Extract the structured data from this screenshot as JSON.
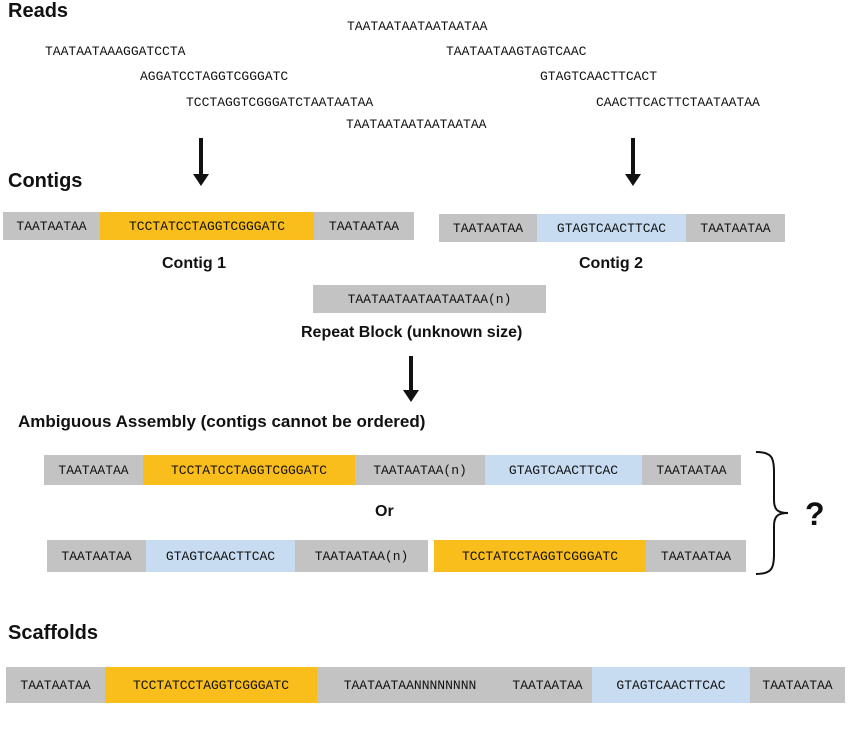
{
  "headers": {
    "reads": "Reads",
    "contigs": "Contigs",
    "scaffolds": "Scaffolds"
  },
  "reads": [
    "TAATAATAATAATAATAA",
    "TAATAATAAAGGATCCTA",
    "TAATAATAAGTAGTCAAC",
    "AGGATCCTAGGTCGGGATC",
    "GTAGTCAACTTCACT",
    "TCCTAGGTCGGGATCTAATAATAA",
    "CAACTTCACTTCTAATAATAA",
    "TAATAATAATAATAATAA"
  ],
  "segments": {
    "flank": "TAATAATAA",
    "contig1_core": "TCCTATCCTAGGTCGGGATC",
    "contig2_core": "GTAGTCAACTTCAC",
    "repeat": "TAATAATAA(n)",
    "repeat_block": "TAATAATAATAATAATAA(n)",
    "scaffold_gap": "TAATAATAANNNNNNNN"
  },
  "labels": {
    "contig1": "Contig 1",
    "contig2": "Contig 2",
    "repeat_block": "Repeat Block (unknown size)",
    "ambiguous": "Ambiguous Assembly (contigs cannot be ordered)",
    "or": "Or",
    "question": "?"
  },
  "colors": {
    "flank": "#c3c3c3",
    "contig1": "#f9bd1c",
    "contig2": "#c7dcf1"
  }
}
